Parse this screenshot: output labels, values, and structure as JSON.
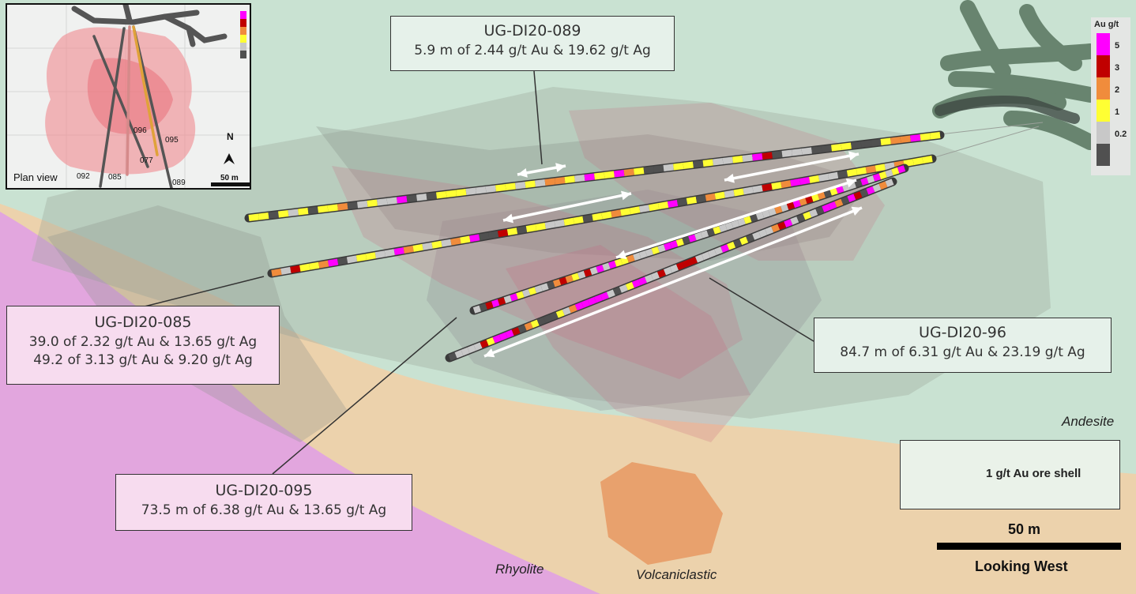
{
  "callouts": {
    "hole_089": {
      "title": "UG-DI20-089",
      "lines": [
        "5.9 m of 2.44 g/t Au & 19.62 g/t Ag"
      ]
    },
    "hole_085": {
      "title": "UG-DI20-085",
      "lines": [
        "39.0 of 2.32 g/t Au & 13.65 g/t Ag",
        "49.2 of 3.13 g/t Au & 9.20 g/t Ag"
      ]
    },
    "hole_096": {
      "title": "UG-DI20-96",
      "lines": [
        "84.7 m of 6.31 g/t Au & 23.19 g/t Ag"
      ]
    },
    "hole_095": {
      "title": "UG-DI20-095",
      "lines": [
        "73.5 m of 6.38 g/t Au & 13.65 g/t Ag"
      ]
    }
  },
  "rock_units": {
    "andesite": "Andesite",
    "rhyolite": "Rhyolite",
    "volcaniclastic": "Volcaniclastic"
  },
  "legend": {
    "ore_shell_label": "1 g/t Au ore shell",
    "ore_shell_color": "#c8607a"
  },
  "scale": {
    "label": "50 m"
  },
  "view_direction": "Looking West",
  "color_key": {
    "title": "Au g/t",
    "classes": [
      {
        "label": "",
        "color": "#ff00ff"
      },
      {
        "label": "5",
        "color": "#c00000"
      },
      {
        "label": "3",
        "color": "#f08c3c"
      },
      {
        "label": "2",
        "color": "#ffff33"
      },
      {
        "label": "1",
        "color": "#c8c8c8"
      },
      {
        "label": "0.2",
        "color": "#505050"
      }
    ]
  },
  "inset": {
    "title": "Plan view",
    "north": "N",
    "scale_label": "50 m",
    "hole_labels": {
      "h096": "096",
      "h095": "095",
      "h077": "077",
      "h092": "092",
      "h085": "085",
      "h089": "089"
    }
  },
  "colors": {
    "andesite": "#c9e2d2",
    "volcaniclastic": "#ecd2ac",
    "rhyolite": "#e2a6de",
    "mine_workings": "#5e7a65"
  }
}
